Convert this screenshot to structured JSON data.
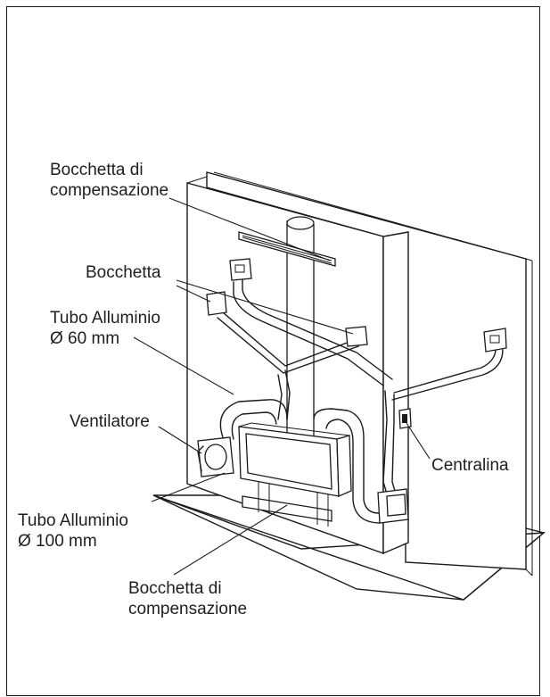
{
  "labels": {
    "bocchetta_compensazione_top_1": "Bocchetta di",
    "bocchetta_compensazione_top_2": "compensazione",
    "bocchetta": "Bocchetta",
    "tubo_60_1": "Tubo Alluminio",
    "tubo_60_2": "Ø 60 mm",
    "ventilatore": "Ventilatore",
    "centralina": "Centralina",
    "tubo_100_1": "Tubo Alluminio",
    "tubo_100_2": "Ø 100 mm",
    "bocchetta_compensazione_bottom_1": "Bocchetta di",
    "bocchetta_compensazione_bottom_2": "compensazione"
  }
}
